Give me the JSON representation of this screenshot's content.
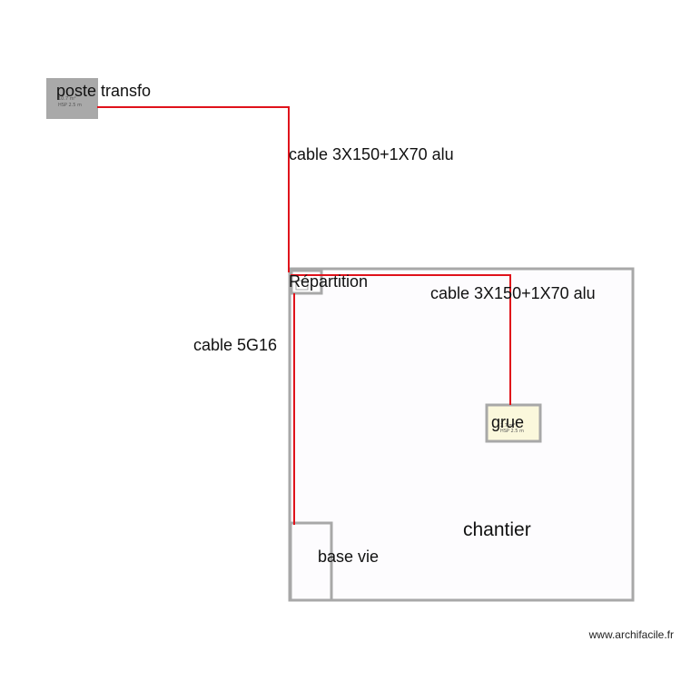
{
  "colors": {
    "wall": "#a8a8a8",
    "cable": "#e0121b",
    "transfo_fill": "#a9a9a9",
    "grue_fill": "#fbf8dc",
    "room_fill": "#fdfcfe"
  },
  "rooms": {
    "poste_transfo": {
      "label": "poste transfo",
      "area": "10.7 m²",
      "hsp": "HSP 2.5 m"
    },
    "repartition": {
      "label": "Répartition"
    },
    "grue": {
      "label": "grue",
      "area": "2.7 m²",
      "hsp": "HSP 2.5 m"
    },
    "chantier": {
      "label": "chantier"
    },
    "base_vie": {
      "label": "base vie"
    }
  },
  "cables": {
    "main": "cable 3X150+1X70 alu",
    "grue": "cable 3X150+1X70 alu",
    "base_vie": "cable 5G16"
  },
  "watermark": "www.archifacile.fr"
}
